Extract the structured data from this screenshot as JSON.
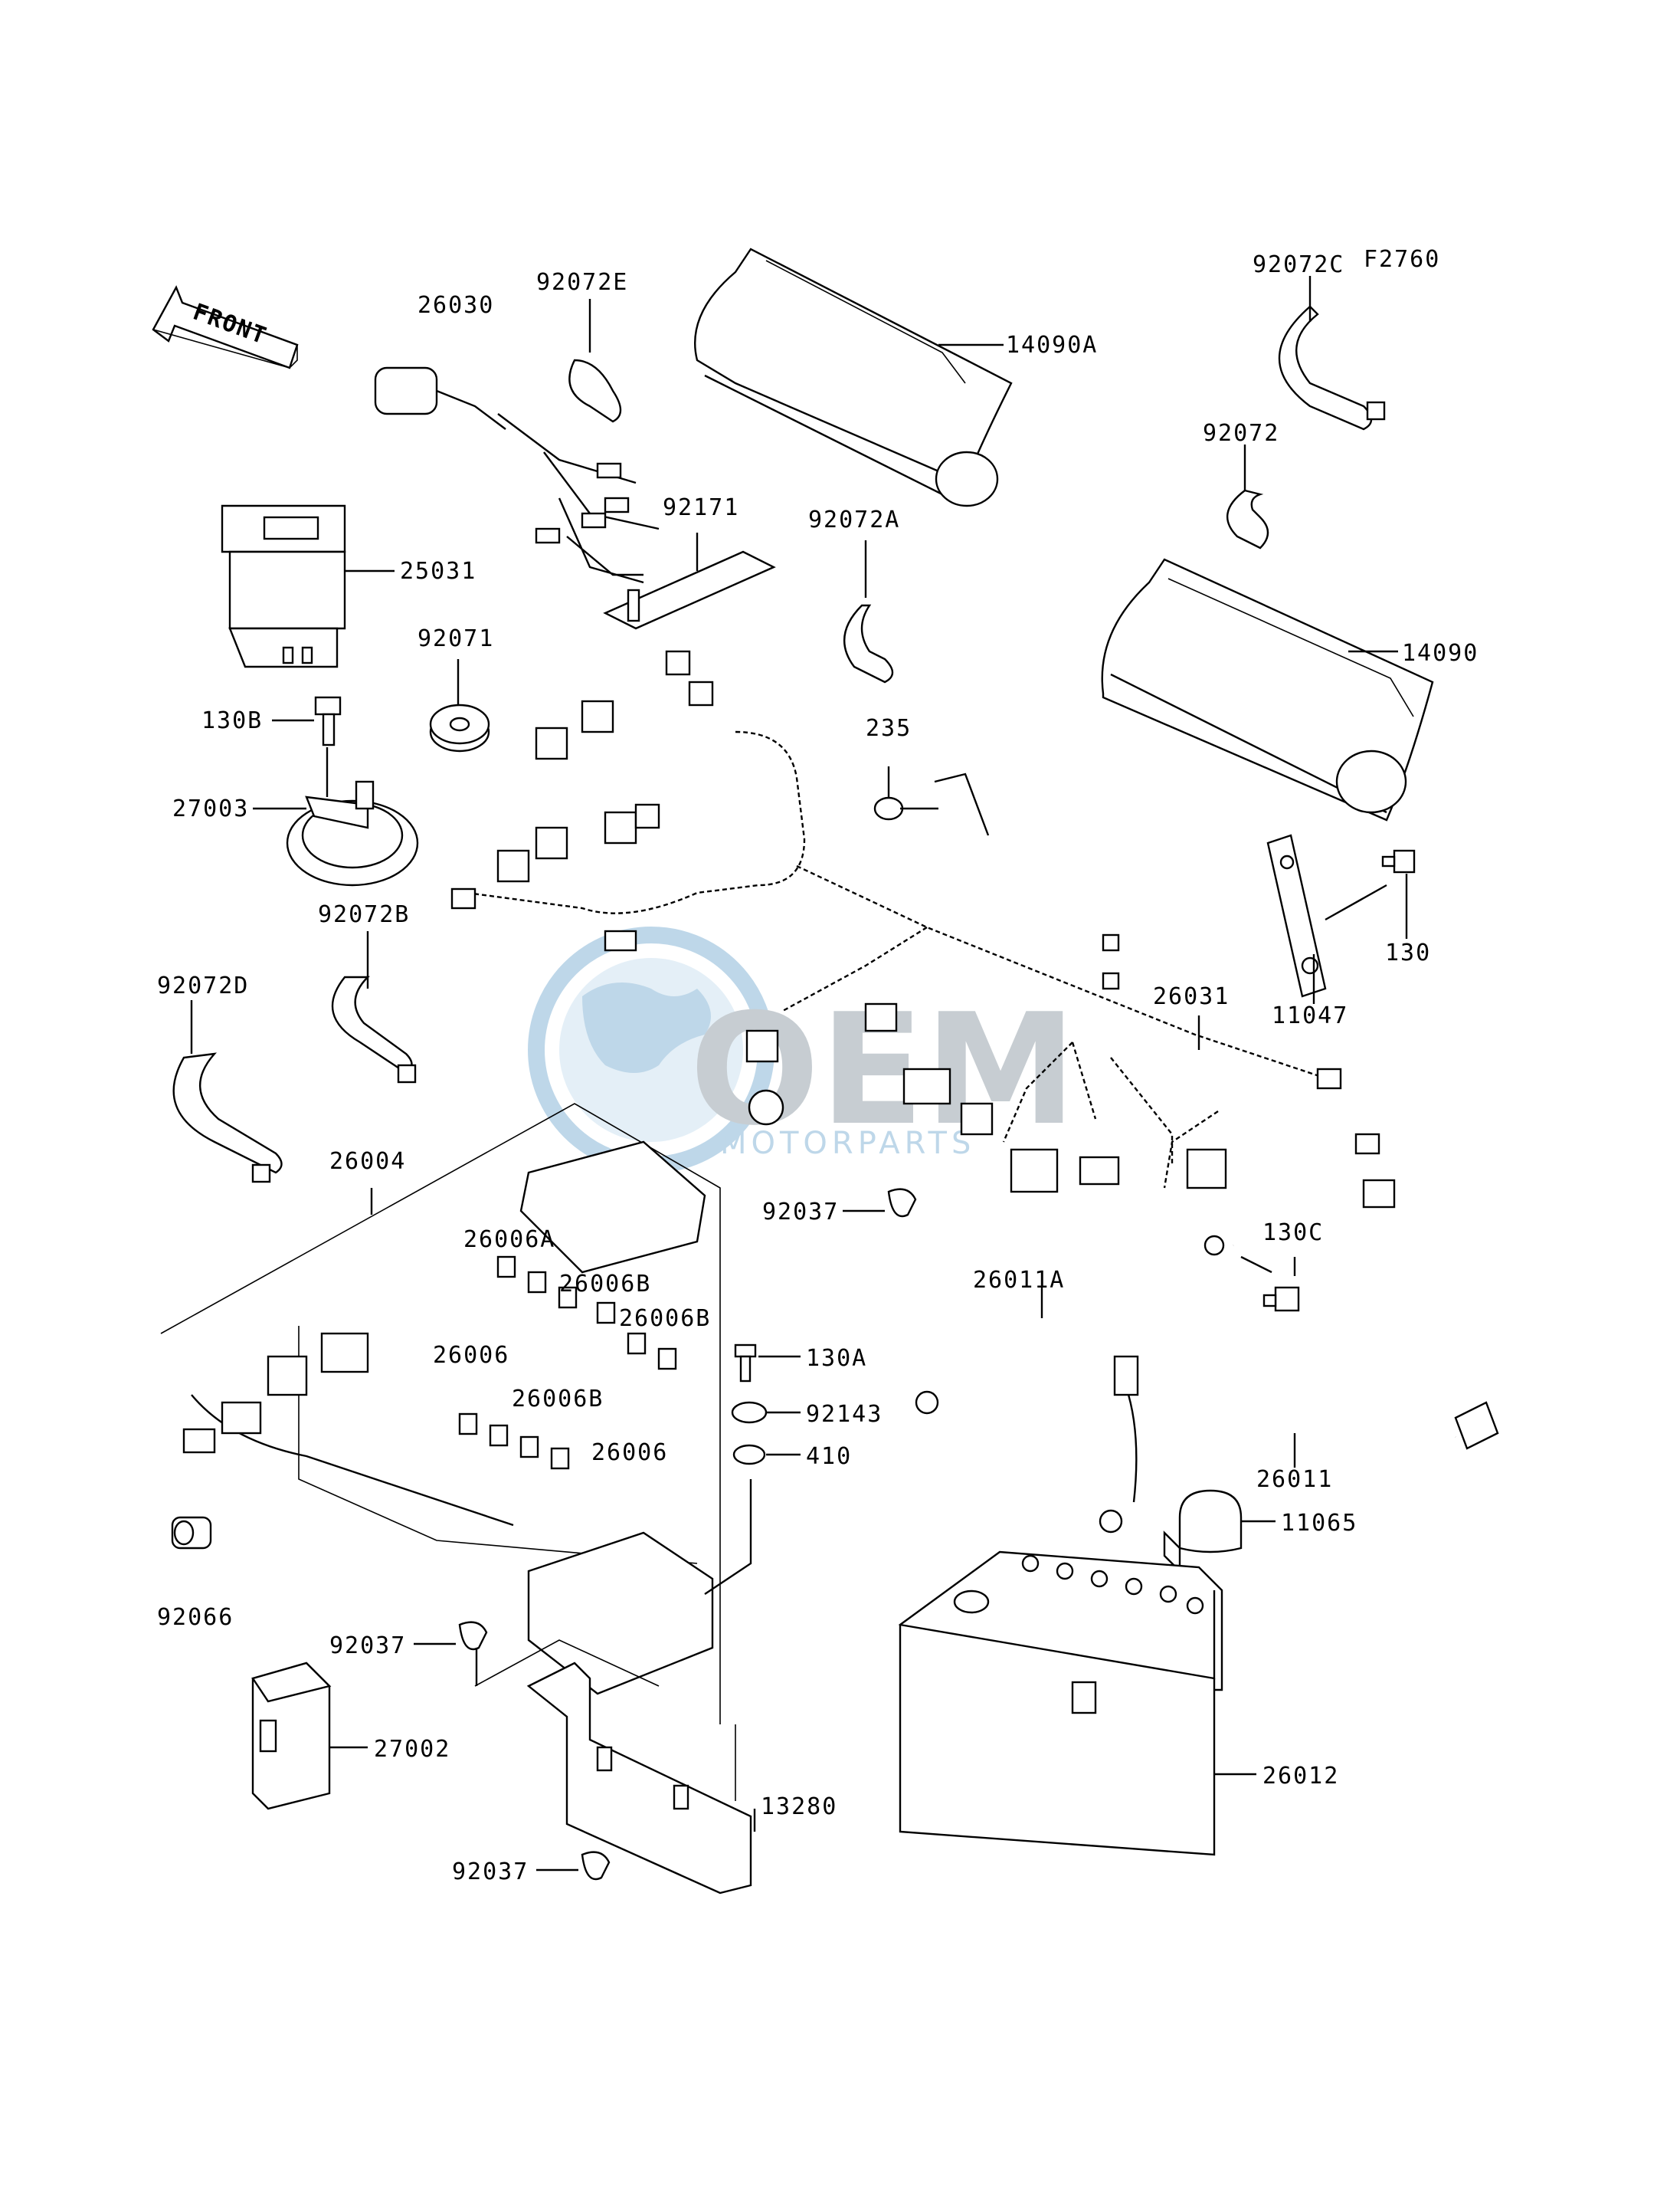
{
  "figure_code": "F2760",
  "direction_label": "FRONT",
  "watermark": {
    "brand": "OEM",
    "subtitle": "MOTORPARTS",
    "color": "#8ab8d8"
  },
  "part_labels": [
    {
      "id": "26030",
      "text": "26030"
    },
    {
      "id": "92072E",
      "text": "92072E"
    },
    {
      "id": "14090A",
      "text": "14090A"
    },
    {
      "id": "92072C",
      "text": "92072C"
    },
    {
      "id": "92072",
      "text": "92072"
    },
    {
      "id": "25031",
      "text": "25031"
    },
    {
      "id": "92171",
      "text": "92171"
    },
    {
      "id": "92072A",
      "text": "92072A"
    },
    {
      "id": "14090",
      "text": "14090"
    },
    {
      "id": "92071",
      "text": "92071"
    },
    {
      "id": "130B",
      "text": "130B"
    },
    {
      "id": "235",
      "text": "235"
    },
    {
      "id": "27003",
      "text": "27003"
    },
    {
      "id": "130",
      "text": "130"
    },
    {
      "id": "92072B",
      "text": "92072B"
    },
    {
      "id": "11047",
      "text": "11047"
    },
    {
      "id": "92072D",
      "text": "92072D"
    },
    {
      "id": "26031",
      "text": "26031"
    },
    {
      "id": "26004",
      "text": "26004"
    },
    {
      "id": "92037_a",
      "text": "92037"
    },
    {
      "id": "130C",
      "text": "130C"
    },
    {
      "id": "26006A",
      "text": "26006A"
    },
    {
      "id": "26006B_a",
      "text": "26006B"
    },
    {
      "id": "26011A",
      "text": "26011A"
    },
    {
      "id": "26006B_b",
      "text": "26006B"
    },
    {
      "id": "26006_a",
      "text": "26006"
    },
    {
      "id": "130A",
      "text": "130A"
    },
    {
      "id": "26006B_c",
      "text": "26006B"
    },
    {
      "id": "92143",
      "text": "92143"
    },
    {
      "id": "26006_b",
      "text": "26006"
    },
    {
      "id": "410",
      "text": "410"
    },
    {
      "id": "26011",
      "text": "26011"
    },
    {
      "id": "11065",
      "text": "11065"
    },
    {
      "id": "92066",
      "text": "92066"
    },
    {
      "id": "92037_b",
      "text": "92037"
    },
    {
      "id": "27002",
      "text": "27002"
    },
    {
      "id": "26012",
      "text": "26012"
    },
    {
      "id": "13280",
      "text": "13280"
    },
    {
      "id": "92037_c",
      "text": "92037"
    }
  ]
}
